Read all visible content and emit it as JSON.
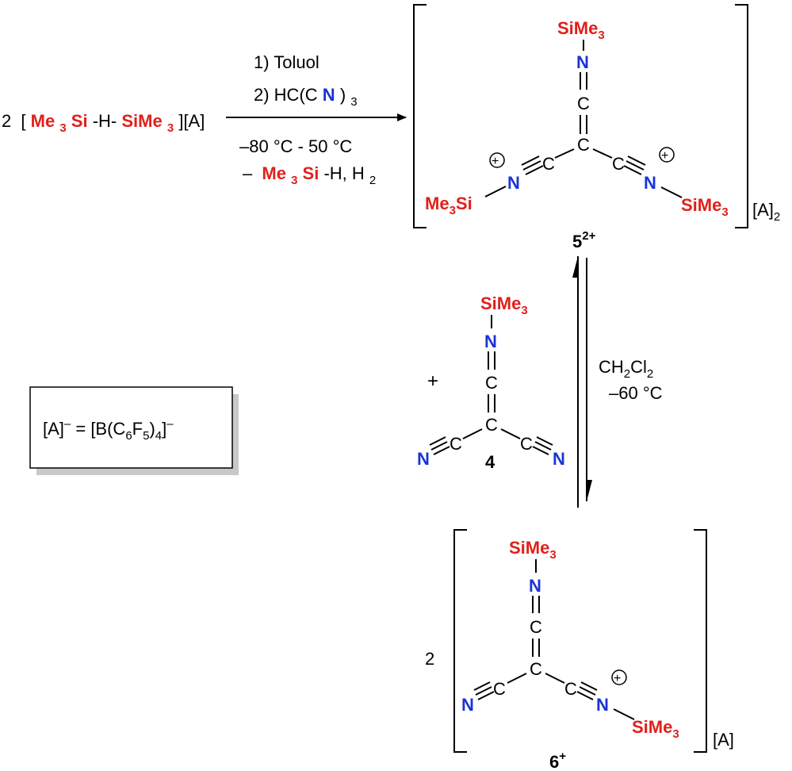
{
  "colors": {
    "silicon": "#e0201b",
    "nitrogen": "#1a33d6",
    "text": "#000000",
    "shadow": "#c8c8c8"
  },
  "reactant": {
    "coef": "2",
    "open": "[",
    "me3si": "Me",
    "me3si_sub": "3",
    "me3si_tail": "Si",
    "h_link": "-H-",
    "sime3": "SiMe",
    "sime3_sub": "3",
    "tail": "][A]"
  },
  "conditions": {
    "step1": "1) Toluol",
    "step2_pre": "2) HC(C",
    "step2_n": "N",
    "step2_post": ")",
    "step2_sub": "3",
    "temperature": "–80 °C - 50 °C",
    "byprod_dash": "–",
    "byprod_me": "Me",
    "byprod_sub": "3",
    "byprod_si": "Si",
    "byprod_tail": "-H, H",
    "byprod_h2_sub": "2"
  },
  "atoms": {
    "C": "C",
    "N": "N",
    "SiMe": "SiMe",
    "Me": "Me",
    "Si": "Si",
    "sub3": "3",
    "plus": "+"
  },
  "product5": {
    "label": "5",
    "charge": "2+",
    "counterion": "[A]",
    "counterion_sub": "2"
  },
  "product6": {
    "coef": "2",
    "label": "6",
    "charge": "+",
    "counterion": "[A]"
  },
  "compound4": {
    "plus": "+",
    "label": "4"
  },
  "equilibrium": {
    "solvent_pre": "CH",
    "solvent_sub1": "2",
    "solvent_mid": "Cl",
    "solvent_sub2": "2",
    "temperature": "–60 °C"
  },
  "legend": {
    "a": "[A]",
    "a_sup": "–",
    "eq": " = [B(C",
    "sub6": "6",
    "f": "F",
    "sub5": "5",
    "close": ")",
    "sub4": "4",
    "end": "]",
    "end_sup": "–"
  }
}
